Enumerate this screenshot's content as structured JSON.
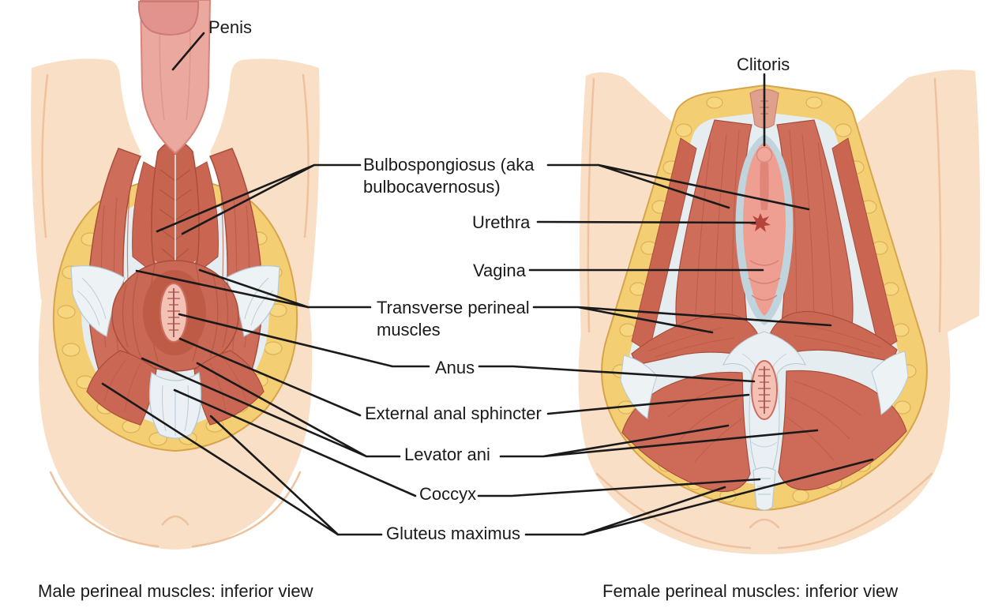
{
  "diagram": {
    "type": "anatomical-illustration",
    "subject": "Perineal muscles, inferior view, male vs female comparison"
  },
  "captions": {
    "male": "Male perineal muscles: inferior view",
    "female": "Female perineal muscles: inferior view"
  },
  "labels": {
    "penis": "Penis",
    "clitoris": "Clitoris",
    "bulbospongiosus": {
      "line1": "Bulbospongiosus (aka",
      "line2": "bulbocavernosus)"
    },
    "urethra": "Urethra",
    "vagina": "Vagina",
    "transverse_perineal": {
      "line1": "Transverse perineal",
      "line2": "muscles"
    },
    "anus": "Anus",
    "external_anal_sphincter": "External anal sphincter",
    "levator_ani": "Levator ani",
    "coccyx": "Coccyx",
    "gluteus_maximus": "Gluteus maximus"
  },
  "colors": {
    "background": "#FFFFFF",
    "skin": "#F9DFC6",
    "skin_crease": "#EEC29E",
    "fat": "#F3CE73",
    "fat_outline": "#D7A44C",
    "fat_cobble": "#F6D77F",
    "muscle": "#CE6D5A",
    "muscle_dark": "#A94E3B",
    "muscle_fiber": "#B65844",
    "fascia": "#E6EDF1",
    "fascia_line": "#B7C9D3",
    "pink_tissue": "#EBA89E",
    "anus_fill": "#F4C1B5",
    "seam": "#A65450",
    "leader_line": "#1A1A1A",
    "text": "#1A1A1A"
  }
}
